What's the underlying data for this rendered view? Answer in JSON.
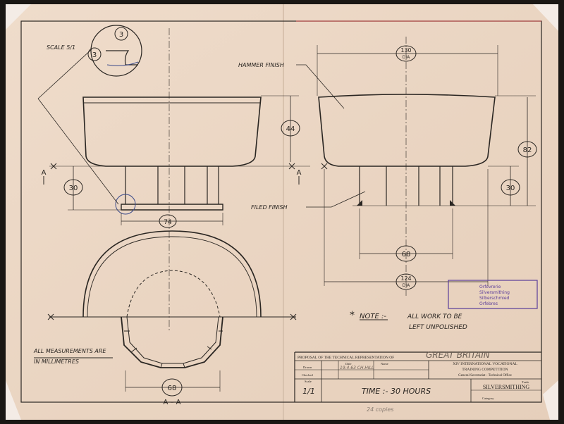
{
  "drawing": {
    "scale_label": "SCALE 5/1",
    "detail_dim_top": "3",
    "detail_dim_left": "3",
    "section_mark": "A",
    "hammer_finish": "HAMMER FINISH",
    "filed_finish": "FILED FINISH",
    "dim_44": "44",
    "dim_30_left": "30",
    "dim_74": "74",
    "dim_68_plan": "68",
    "section_label": "A – A",
    "dim_130": "130",
    "dim_130_sub": "DIA",
    "dim_82": "82",
    "dim_30_right": "30",
    "dim_68_right": "68",
    "dim_124": "124",
    "dim_124_sub": "DIA",
    "note_star": "*",
    "note_label": "NOTE :-",
    "note_line1": "ALL WORK TO BE",
    "note_line2": "LEFT UNPOLISHED",
    "measurements_line1": "ALL MEASUREMENTS ARE",
    "measurements_line2": "IN MILLIMETRES",
    "stamp_lines": [
      "Orfevrerie",
      "Silversmithing",
      "Silberschmied",
      "Orfebres"
    ]
  },
  "title_block": {
    "proposal_text": "PROPOSAL OF THE TECHNICAL REPRESENTATION OF",
    "country": "GREAT BRITAIN",
    "col_date": "Date",
    "col_name": "Name",
    "row_drawn": "Drawn",
    "row_checked": "Checked",
    "row_scale": "Scale",
    "drawn_entry": "19.4.63 CH.HILL",
    "competition_line1": "XIV INTERNATIONAL VOCATIONAL",
    "competition_line2": "TRAINING COMPETITION",
    "competition_line3": "General Secretariat - Technical Office",
    "scale_value": "1/1",
    "time_text": "TIME :- 30 HOURS",
    "trade_label": "Trade",
    "trade_value": "SILVERSMITHING",
    "category_label": "Category",
    "pencil_note": "24 copies"
  }
}
